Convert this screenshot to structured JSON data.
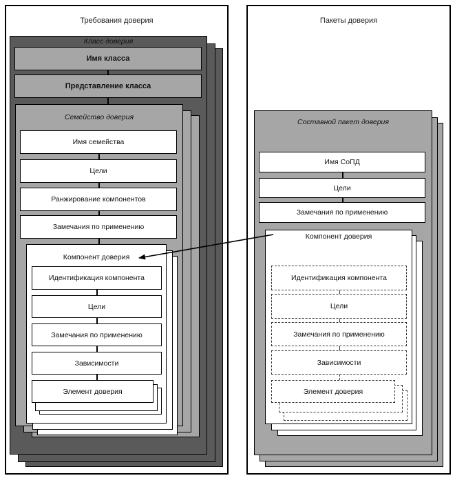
{
  "left_panel": {
    "title": "Требования доверия",
    "class": {
      "label": "Класс доверия",
      "name_box": "Имя класса",
      "representation_box": "Представление класса"
    },
    "family": {
      "label": "Семейство доверия",
      "boxes": [
        "Имя семейства",
        "Цели",
        "Ранжирование компонентов",
        "Замечания по применению"
      ]
    },
    "component": {
      "label": "Компонент доверия",
      "boxes": [
        "Идентификация компонента",
        "Цели",
        "Замечания по применению",
        "Зависимости"
      ],
      "element": "Элемент доверия"
    }
  },
  "right_panel": {
    "title": "Пакеты доверия",
    "package": {
      "label": "Составной пакет доверия",
      "boxes": [
        "Имя СоПД",
        "Цели",
        "Замечания по применению"
      ]
    },
    "component": {
      "label": "Компонент доверия",
      "boxes": [
        "Идентификация компонента",
        "Цели",
        "Замечания по применению",
        "Зависимости"
      ],
      "element": "Элемент доверия"
    }
  },
  "arrow": {
    "from": "right_panel.component",
    "to": "left_panel.component",
    "meaning": "reference"
  }
}
